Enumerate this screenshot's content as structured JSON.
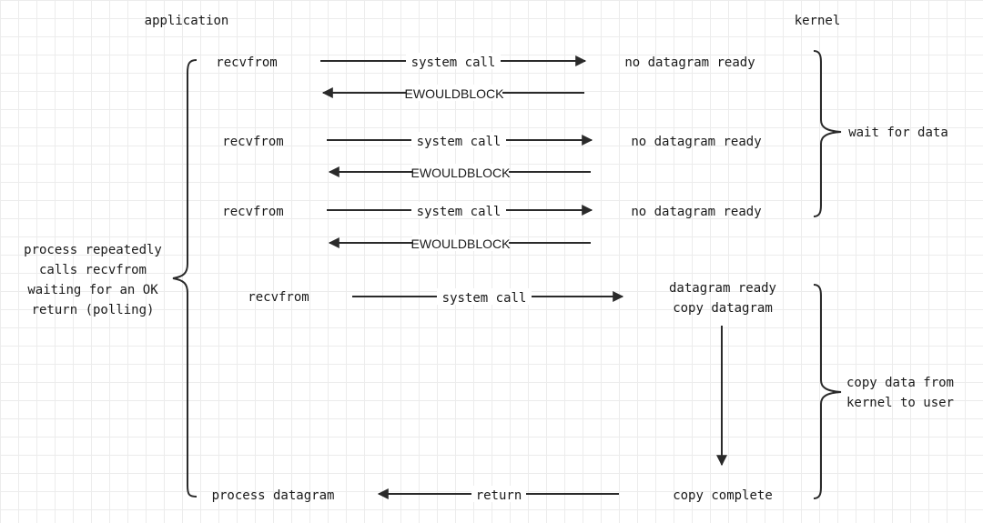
{
  "headers": {
    "application": "application",
    "kernel": "kernel"
  },
  "rows": [
    {
      "app": "recvfrom",
      "call": "system call",
      "kernel": "no datagram ready",
      "reply": "EWOULDBLOCK"
    },
    {
      "app": "recvfrom",
      "call": "system call",
      "kernel": "no datagram ready",
      "reply": "EWOULDBLOCK"
    },
    {
      "app": "recvfrom",
      "call": "system call",
      "kernel": "no datagram ready",
      "reply": "EWOULDBLOCK"
    }
  ],
  "final_call": {
    "app": "recvfrom",
    "call": "system call",
    "kernel_line1": "datagram ready",
    "kernel_line2": "copy datagram"
  },
  "completion": {
    "app": "process datagram",
    "reply": "return",
    "kernel": "copy complete"
  },
  "left_brace": [
    "process repeatedly",
    "calls recvfrom",
    "waiting for an OK",
    "return (polling)"
  ],
  "right_brace_wait": "wait for data",
  "right_brace_copy": [
    "copy data from",
    "kernel to user"
  ]
}
